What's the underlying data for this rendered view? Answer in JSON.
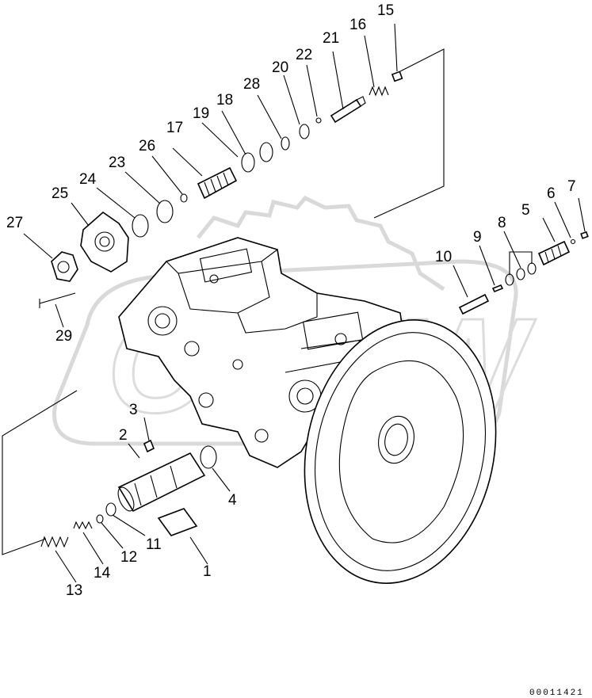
{
  "diagram": {
    "callouts": [
      "1",
      "2",
      "3",
      "4",
      "5",
      "6",
      "7",
      "8",
      "9",
      "10",
      "11",
      "12",
      "13",
      "14",
      "15",
      "16",
      "17",
      "18",
      "19",
      "20",
      "21",
      "22",
      "23",
      "24",
      "25",
      "26",
      "27",
      "28",
      "29"
    ],
    "document_number": "00011421",
    "watermark_text": "OCEW"
  }
}
